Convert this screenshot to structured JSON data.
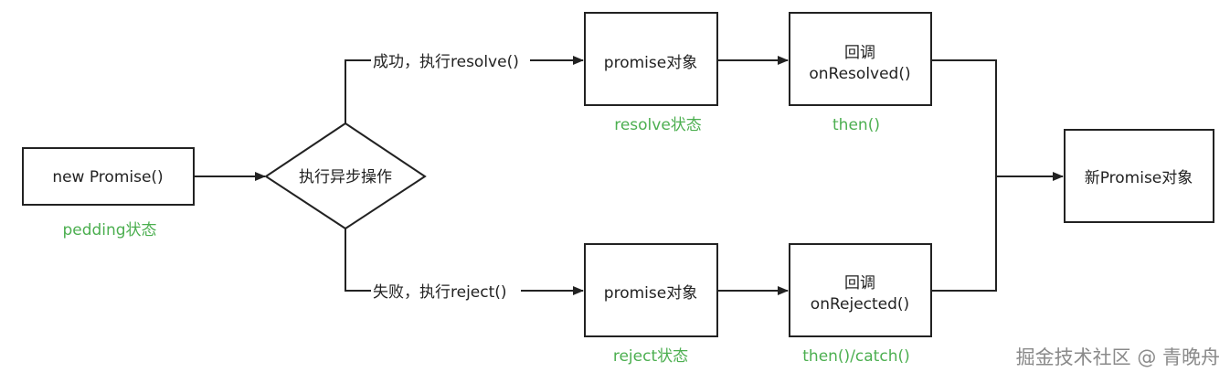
{
  "nodes": {
    "new_promise": "new Promise()",
    "async_op": "执行异步操作",
    "promise_resolve": "promise对象",
    "promise_reject": "promise对象",
    "callback_resolved_line1": "回调",
    "callback_resolved_line2": "onResolved()",
    "callback_rejected_line1": "回调",
    "callback_rejected_line2": "onRejected()",
    "new_promise_result": "新Promise对象"
  },
  "edges": {
    "success": "成功，执行resolve()",
    "failure": "失败，执行reject()"
  },
  "states": {
    "pending": "pedding状态",
    "resolve": "resolve状态",
    "then": "then()",
    "reject": "reject状态",
    "then_catch": "then()/catch()"
  },
  "watermark": "掘金技术社区 @ 青晚舟",
  "colors": {
    "state_text": "#4caf50",
    "stroke": "#222222",
    "watermark": "#8a8a8a"
  }
}
